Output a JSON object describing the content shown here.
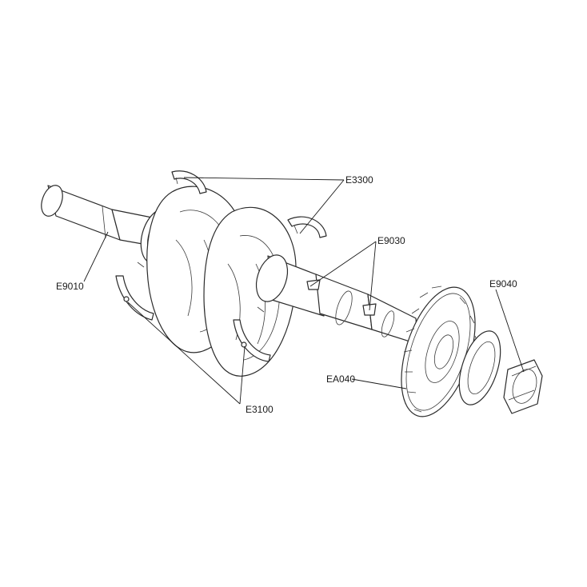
{
  "diagram": {
    "labels": {
      "e3300": "E3300",
      "e9030": "E9030",
      "e9040": "E9040",
      "e9010": "E9010",
      "ea040": "EA040",
      "e3100": "E3100"
    }
  },
  "colors": {
    "line": "#2b2b2b",
    "background": "#ffffff"
  }
}
